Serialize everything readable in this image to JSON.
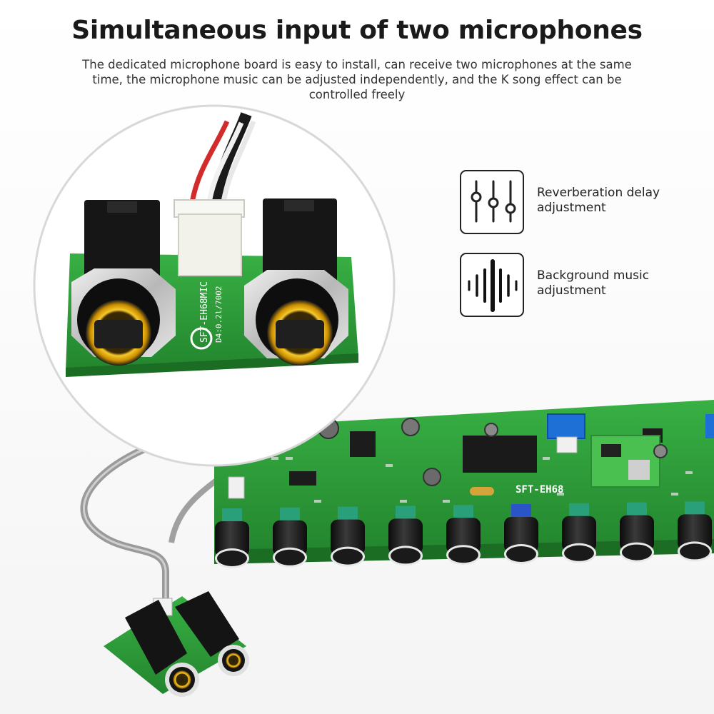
{
  "header": {
    "title": "Simultaneous input of two microphones",
    "description": "The dedicated microphone board is easy to install, can receive two microphones at the same time, the microphone music can be adjusted independently, and the K song effect can be controlled freely"
  },
  "features": [
    {
      "icon": "equalizer-sliders-icon",
      "label": "Reverberation delay adjustment"
    },
    {
      "icon": "sound-wave-icon",
      "label": "Background music adjustment"
    }
  ],
  "board_labels": {
    "mic_board_silkscreen": "SFT-EH68MIC",
    "mic_board_date": "D4:0.2l/7002",
    "main_board_silkscreen": "SFT-EH68"
  },
  "colors": {
    "pcb_green": "#2fa23a",
    "jack_black": "#151515",
    "gold_ring": "#e8b20e",
    "knob_cap_teal": "#2aa07a",
    "knob_cap_blue": "#2b54c8",
    "terminal_blue": "#1e6fd6"
  },
  "knob_count": 9
}
